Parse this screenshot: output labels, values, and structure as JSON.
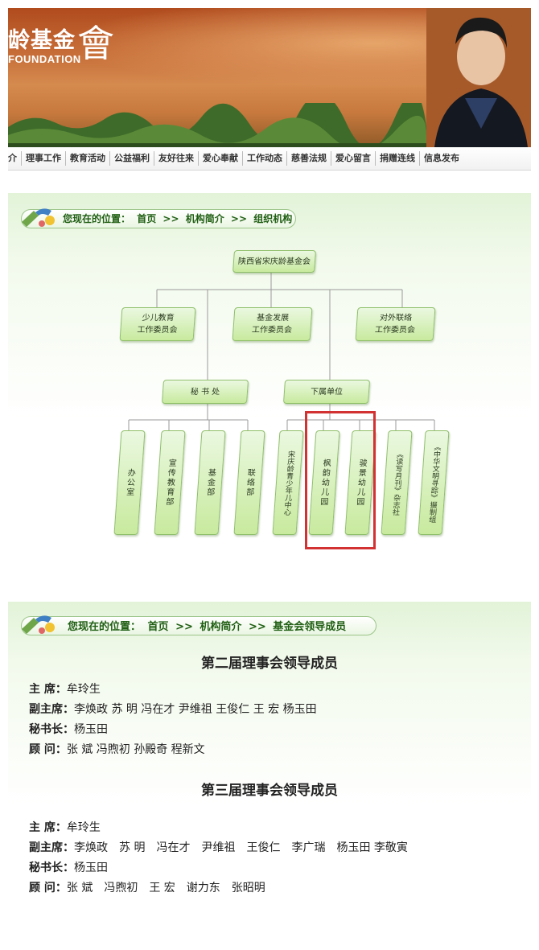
{
  "banner": {
    "logo_cn": "龄基金",
    "logo_seal": "會",
    "logo_en": "FOUNDATION"
  },
  "nav": {
    "items": [
      "介",
      "理事工作",
      "教育活动",
      "公益福利",
      "友好往来",
      "爱心奉献",
      "工作动态",
      "慈善法规",
      "爱心留言",
      "捐赠连线",
      "信息发布"
    ]
  },
  "section1": {
    "location_label": "您现在的位置：",
    "crumbs": [
      "首页",
      "&gt;&gt;",
      "机构简介",
      "&gt;&gt;",
      "组织机构"
    ]
  },
  "orgchart": {
    "root": "陕西省宋庆龄基金会",
    "committees": [
      "少儿教育\n工作委员会",
      "基金发展\n工作委员会",
      "对外联络\n工作委员会"
    ],
    "secretariat": "秘 书 处",
    "subordinate": "下属单位",
    "departments": [
      "办公室",
      "宣传教育部",
      "基金部",
      "联络部"
    ],
    "units": [
      "宋庆龄青少年儿中心",
      "枫韵幼儿园",
      "骏景幼儿园",
      "《读写月刊》杂志社",
      "《中华文明寻踪》摄制组"
    ]
  },
  "section2": {
    "location_label": "您现在的位置：",
    "crumbs": [
      "首页",
      ">>",
      "机构简介",
      ">>",
      "基金会领导成员"
    ],
    "board2": {
      "title": "第二届理事会领导成员",
      "chair_label": "主 席：",
      "chair": "牟玲生",
      "vice_label": "副主席：",
      "vice": "李焕政 苏 明 冯在才 尹维祖 王俊仁 王 宏 杨玉田",
      "sec_label": "秘书长：",
      "sec": "杨玉田",
      "advisor_label": "顾 问：",
      "advisor": "张 斌 冯煦初 孙殿奇 程新文"
    },
    "board3": {
      "title": "第三届理事会领导成员",
      "chair_label": "主 席：",
      "chair": "牟玲生",
      "vice_label": "副主席：",
      "vice": "李焕政　苏 明　冯在才　尹维祖　王俊仁　李广瑞　杨玉田 李敬寅",
      "sec_label": "秘书长：",
      "sec": "杨玉田",
      "advisor_label": "顾 问：",
      "advisor": "张 斌　冯煦初　王 宏　谢力东　张昭明"
    }
  }
}
